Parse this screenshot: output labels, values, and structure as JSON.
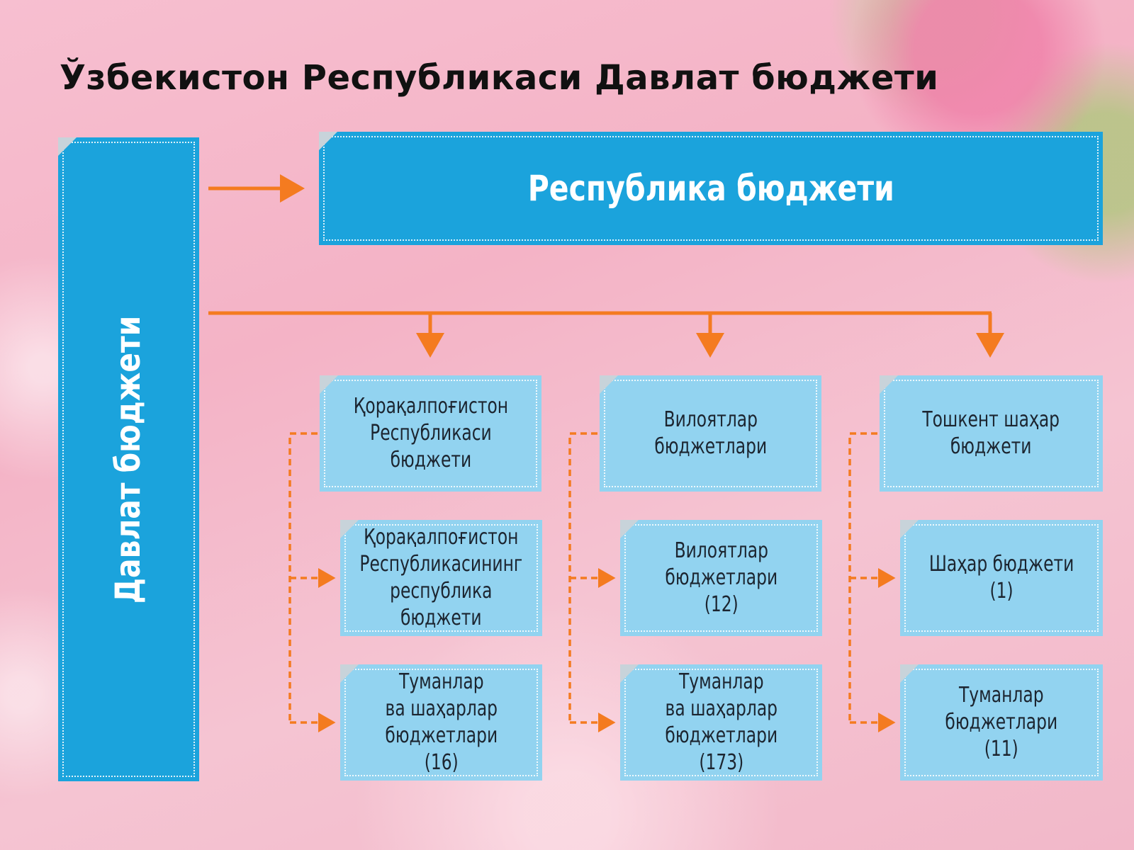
{
  "title": "Ўзбекистон Республикаси Давлат бюджети",
  "state_budget": "Давлат бюджети",
  "republic_budget": "Республика бюджети",
  "colors": {
    "primary_box": "#1ba3dc",
    "secondary_box": "#92d3f0",
    "connector": "#f47b20"
  },
  "columns": [
    {
      "head": [
        "Қорақалпоғистон",
        "Республикаси",
        "бюджети"
      ],
      "items": [
        [
          "Қорақалпоғистон",
          "Республикасининг",
          "республика",
          "бюджети"
        ],
        [
          "Туманлар",
          "ва шаҳарлар",
          "бюджетлари",
          "(16)"
        ]
      ]
    },
    {
      "head": [
        "Вилоятлар",
        "бюджетлари"
      ],
      "items": [
        [
          "Вилоятлар",
          "бюджетлари",
          "(12)"
        ],
        [
          "Туманлар",
          "ва шаҳарлар",
          "бюджетлари",
          "(173)"
        ]
      ]
    },
    {
      "head": [
        "Тошкент шаҳар",
        "бюджети"
      ],
      "items": [
        [
          "Шаҳар бюджети",
          "(1)"
        ],
        [
          "Туманлар",
          "бюджетлари",
          "(11)"
        ]
      ]
    }
  ]
}
